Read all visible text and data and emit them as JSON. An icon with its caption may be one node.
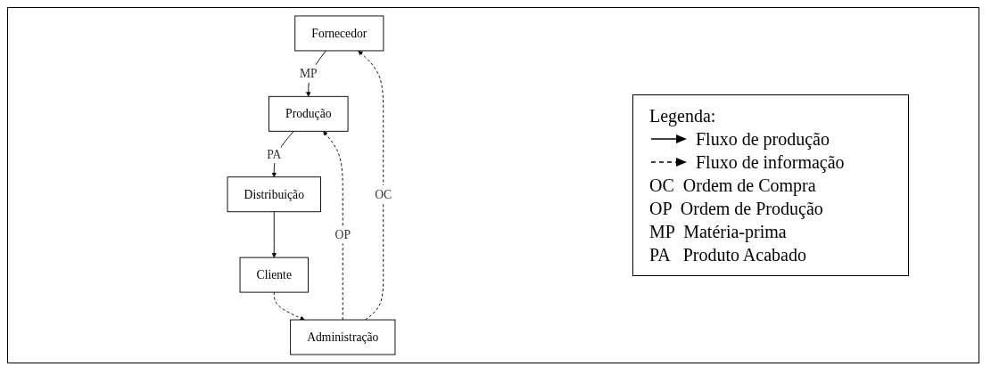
{
  "diagram": {
    "nodes": [
      {
        "text": [
          "Fornecedor"
        ]
      },
      {
        "text": [
          "Administração"
        ]
      },
      {
        "text": [
          "Produção"
        ]
      },
      {
        "text": [
          "Cliente"
        ]
      },
      {
        "text": [
          "Distribuição"
        ]
      }
    ],
    "edges": [
      {
        "from": 1,
        "to": 0,
        "arrow": "to",
        "label": "OC",
        "style": "dashed"
      },
      {
        "from": 0,
        "to": 2,
        "arrow": "to",
        "label": "MP"
      },
      {
        "from": 1,
        "to": 2,
        "arrow": "to",
        "label": "OP",
        "style": "dashed"
      },
      {
        "from": 2,
        "to": 4,
        "arrow": "to",
        "label": "PA"
      },
      {
        "from": 4,
        "to": 3,
        "arrow": "to"
      },
      {
        "from": 3,
        "to": 1,
        "arrow": "to",
        "style": "dashed"
      }
    ],
    "labels": [
      "Legenda:"
    ],
    "legend": [
      {
        "text": "Fluxo de produção"
      },
      {
        "text": "Fluxo de informação"
      },
      {
        "text": "OC  Ordem de Compra"
      },
      {
        "text": "OP  Ordem de Produção"
      },
      {
        "text": "MP  Matéria-prima"
      },
      {
        "text": "PA   Produto Acabado"
      }
    ]
  }
}
